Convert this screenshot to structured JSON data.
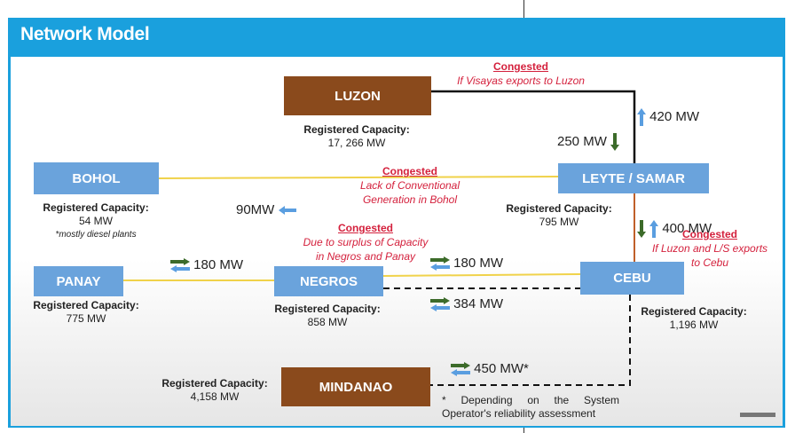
{
  "header": {
    "title": "Network Model"
  },
  "nodes": {
    "luzon": {
      "label": "LUZON",
      "cap_title": "Registered Capacity:",
      "cap_value": "17, 266 MW"
    },
    "bohol": {
      "label": "BOHOL",
      "cap_title": "Registered Capacity:",
      "cap_value": "54 MW",
      "note": "*mostly diesel plants"
    },
    "leyte": {
      "label": "LEYTE / SAMAR",
      "cap_title": "Registered Capacity:",
      "cap_value": "795 MW"
    },
    "panay": {
      "label": "PANAY",
      "cap_title": "Registered Capacity:",
      "cap_value": "775 MW"
    },
    "negros": {
      "label": "NEGROS",
      "cap_title": "Registered Capacity:",
      "cap_value": "858 MW"
    },
    "cebu": {
      "label": "CEBU",
      "cap_title": "Registered Capacity:",
      "cap_value": "1,196 MW"
    },
    "mindanao": {
      "label": "MINDANAO",
      "cap_title": "Registered Capacity:",
      "cap_value": "4,158 MW"
    }
  },
  "congestion": {
    "luzon_leyte": {
      "heading": "Congested",
      "reason": "If Visayas exports to Luzon"
    },
    "bohol_leyte": {
      "heading": "Congested",
      "line1": "Lack of Conventional",
      "line2": "Generation in Bohol"
    },
    "negros_cebu": {
      "heading": "Congested",
      "line1": "Due to surplus of Capacity",
      "line2": "in Negros and Panay"
    },
    "leyte_cebu": {
      "heading": "Congested",
      "line1": "If Luzon and L/S exports",
      "line2": "to Cebu"
    }
  },
  "flows": {
    "leyte_to_luzon": "420 MW",
    "luzon_to_leyte": "250 MW",
    "bohol_link": "90MW",
    "leyte_cebu": "400 MW",
    "panay_negros": "180 MW",
    "negros_cebu_ac": "180 MW",
    "negros_cebu_dc": "384 MW",
    "mindanao_link": "450 MW*"
  },
  "footnote": {
    "text": "* Depending on the System Operator's reliability assessment"
  },
  "colors": {
    "header_bg": "#1aa0dd",
    "node_blue": "#6aa3dc",
    "node_brown": "#8a4a1c",
    "ac_line": "#f0d24a",
    "hvdc_line": "#111111",
    "leyte_cebu_line": "#c0602a",
    "congested_text": "#d4213d",
    "arrow_green": "#3c6b2a",
    "arrow_blue": "#5a9ee0"
  },
  "icons": {
    "flow_bidirectional": "bidirectional-arrows-icon",
    "flow_left": "left-arrow-icon",
    "flow_up": "up-arrow-icon",
    "flow_down": "down-arrow-icon"
  }
}
